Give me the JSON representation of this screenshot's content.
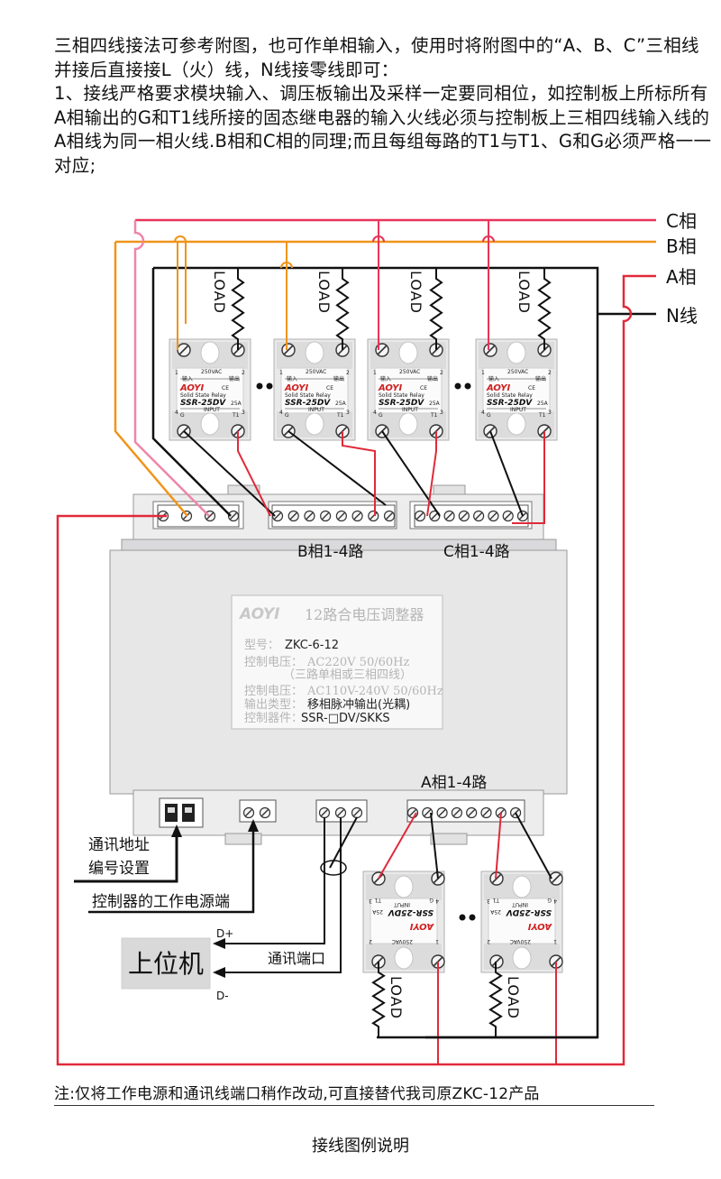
{
  "intro": {
    "p1": "三相四线接法可参考附图，也可作单相输入，使用时将附图中的“A、B、C”三相线并接后直接接L（火）线，N线接零线即可：",
    "p2": "1、接线严格要求模块输入、调压板输出及采样一定要同相位，如控制板上所标所有A相输出的G和T1线所接的固态继电器的输入火线必须与控制板上三相四线输入线的A相线为同一相火线.B相和C相的同理;而且每组每路的T1与T1、G和G必须严格一一对应;"
  },
  "phases": {
    "c": "C相",
    "b": "B相",
    "a": "A相",
    "n": "N线"
  },
  "load_label": "LOAD",
  "ssr": {
    "brand": "AOYI",
    "model": "SSR-25DV",
    "voltage": "250VAC",
    "subtitle": "Solid State Relay",
    "current": "25A",
    "input": "INPUT",
    "ce": "CE",
    "in_label": "输入",
    "out_label": "输出",
    "term1": "1",
    "term2": "2",
    "term3": "3",
    "term4": "4",
    "g": "G",
    "t1": "T1"
  },
  "groups": {
    "b": "B相1-4路",
    "c": "C相1-4路",
    "a": "A相1-4路"
  },
  "plate": {
    "brand": "AOYI",
    "title": "12路合电压调整器",
    "model_label": "型号：",
    "model_value": "ZKC-6-12",
    "ctrl_v_label": "控制电压：",
    "ctrl_v_value": "AC220V 50/60Hz",
    "ctrl_v_note": "（三路单相或三相四线）",
    "ctrl_out_label": "控制电压：",
    "ctrl_out_value": "AC110V-240V 50/60Hz",
    "out_type_label": "输出类型：",
    "out_type_value": "移相脉冲输出(光耦)",
    "device_label": "控制器件：",
    "device_value": "SSR-□DV/SKKS"
  },
  "labels": {
    "addr1": "通讯地址",
    "addr2": "编号设置",
    "power": "控制器的工作电源端",
    "comm": "通讯端口",
    "host": "上位机",
    "dplus": "D+",
    "dminus": "D-"
  },
  "note": "注:仅将工作电源和通讯线端口稍作改动,可直接替代我司原ZKC-12产品",
  "caption": "接线图例说明",
  "colors": {
    "c_phase": "#e8345a",
    "b_phase": "#f0941a",
    "a_phase": "#e02a3a",
    "n_line": "#111111",
    "pink": "#ef86a8"
  }
}
